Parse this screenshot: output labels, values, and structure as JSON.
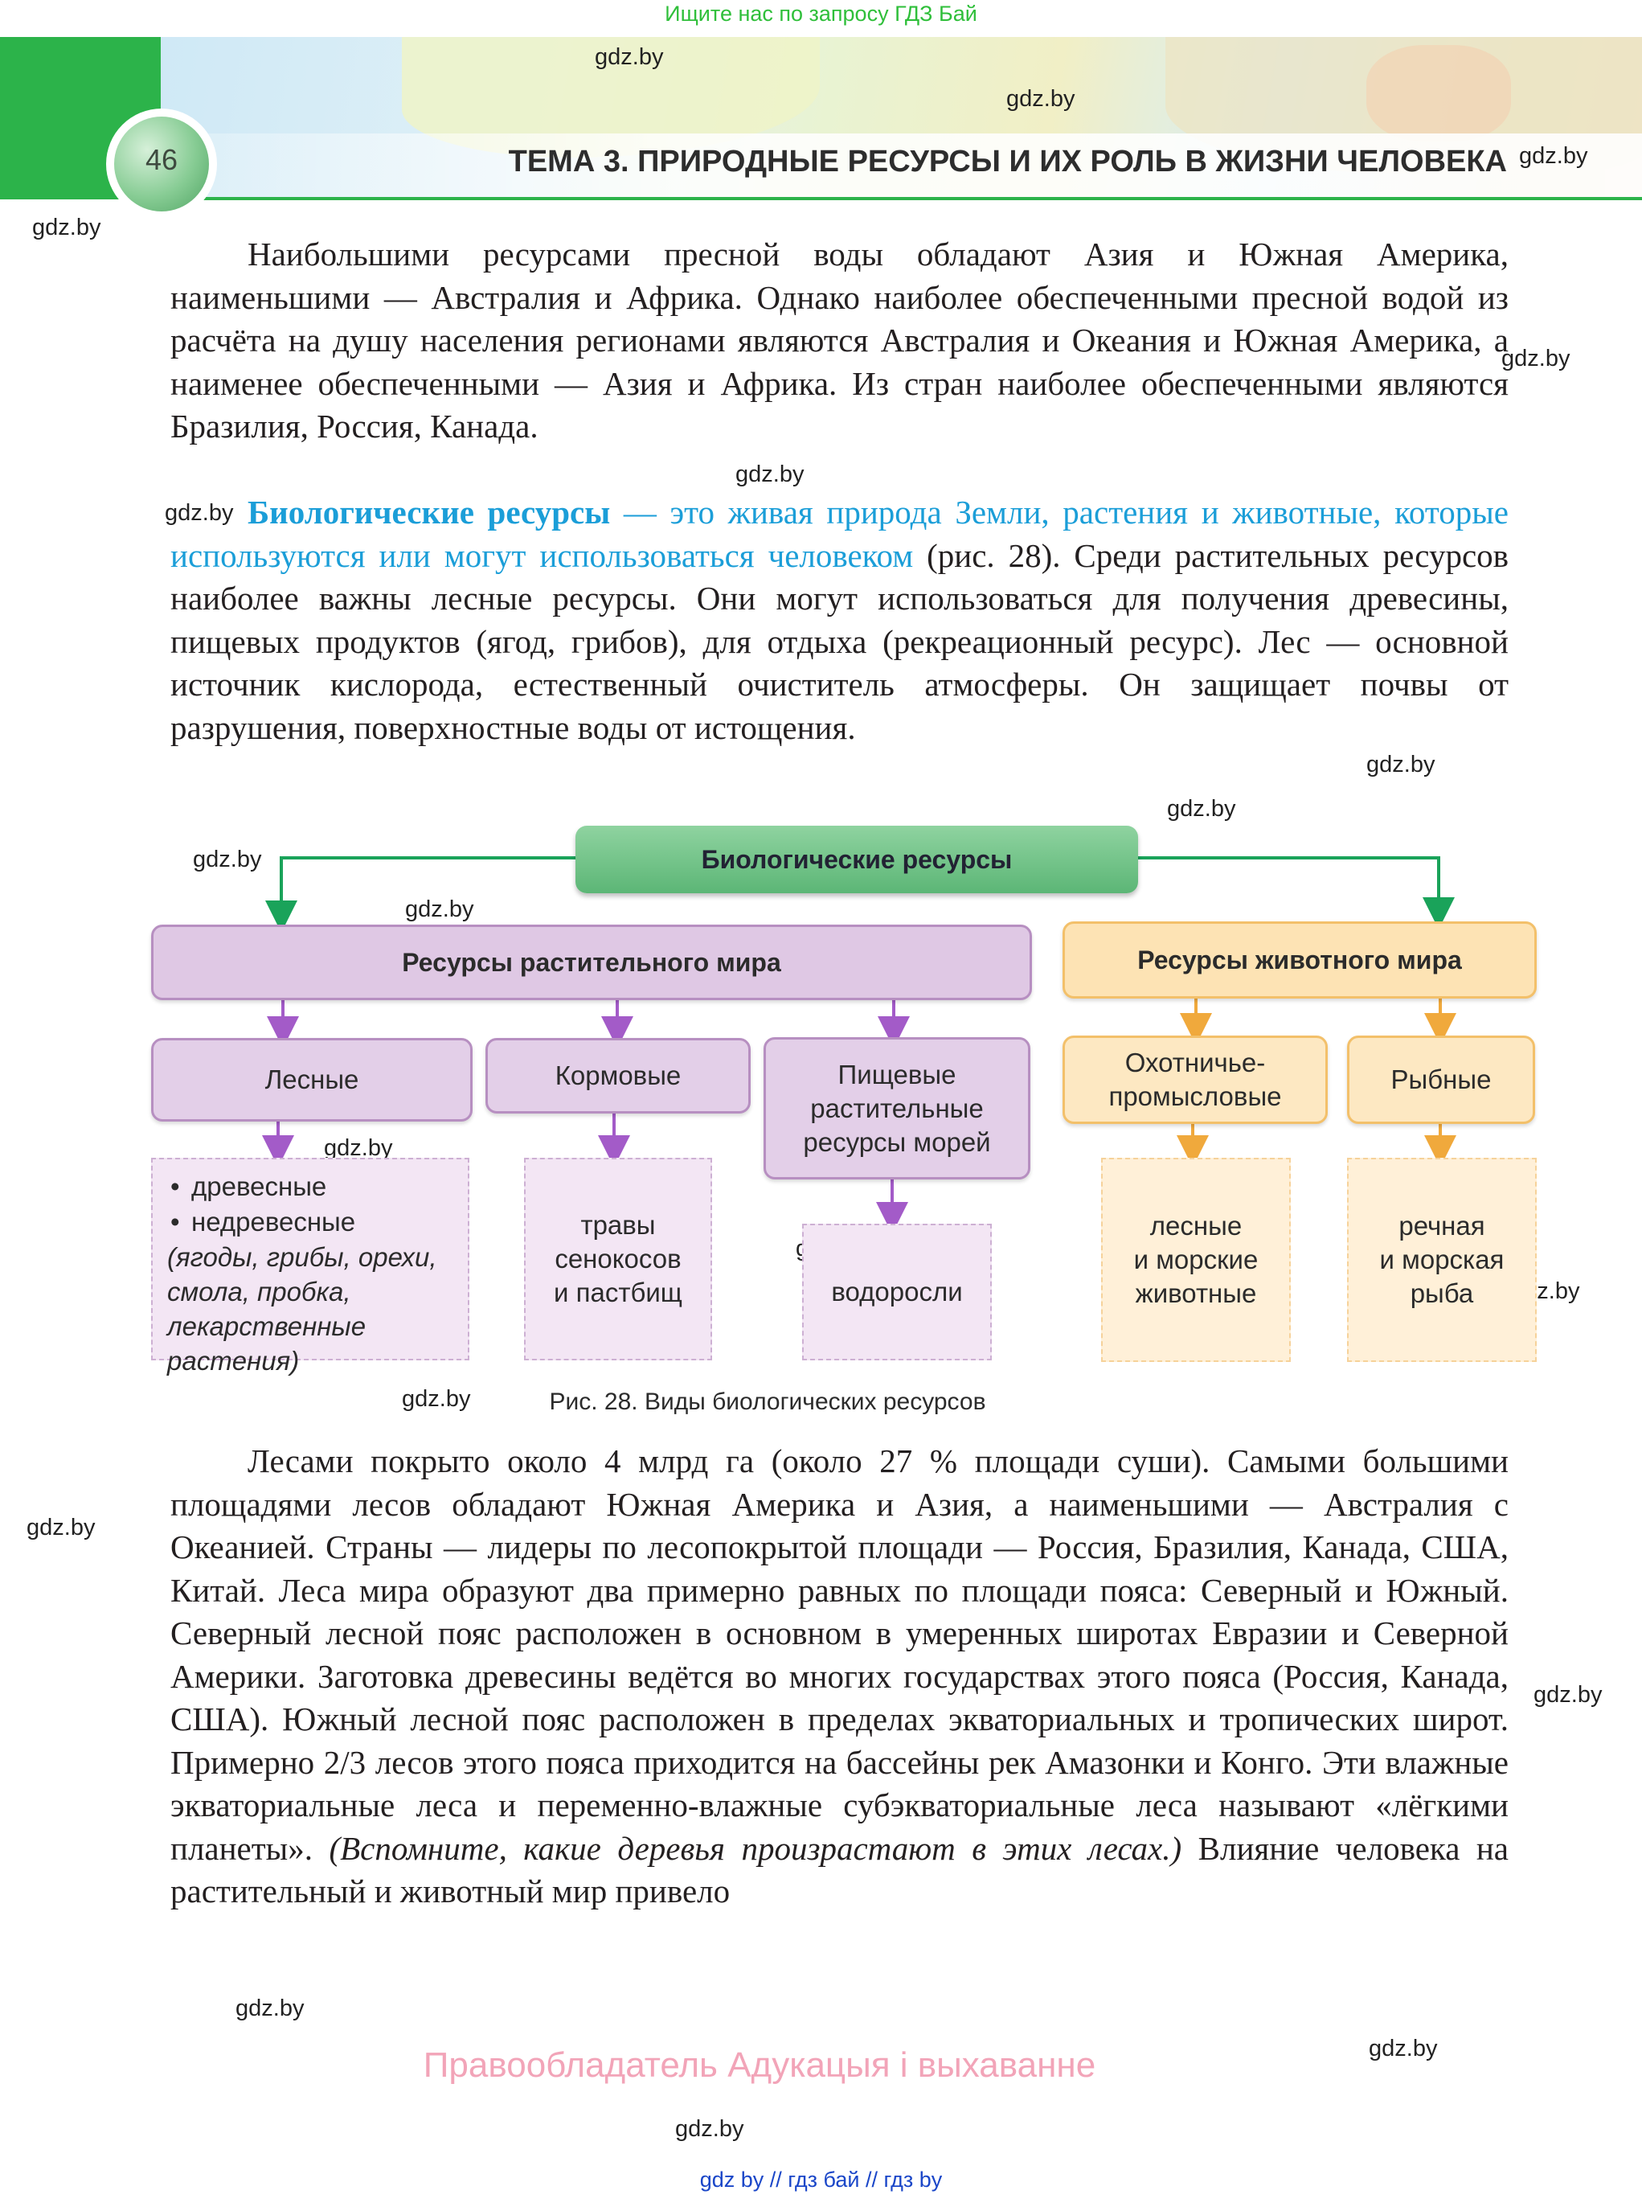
{
  "top_link": "Ищите нас по запросу ГДЗ Бай",
  "header": {
    "page_number": "46",
    "chapter_title": "ТЕМА 3. ПРИРОДНЫЕ РЕСУРСЫ И ИХ РОЛЬ В ЖИЗНИ ЧЕЛОВЕКА"
  },
  "watermark": "gdz.by",
  "paragraphs": {
    "p1": "Наибольшими ресурсами пресной воды обладают Азия и Южная Америка, наименьшими — Австралия и Африка. Однако наиболее обеспеченными пресной водой из расчёта на душу населения регионами являются Австралия и Океания и Южная Америка, а наименее обеспеченными — Азия и Африка. Из стран наиболее обеспеченными являются Бразилия, Россия, Канада.",
    "p2_term": "Биологические ресурсы",
    "p2_definition": " — это живая природа Земли, растения и животные, которые используются или могут использоваться человеком",
    "p2_rest": " (рис. 28). Среди растительных ресурсов наиболее важны лесные ресурсы. Они могут использоваться для получения древесины, пищевых продуктов (ягод, грибов), для отдыха (рекреационный ресурс). Лес — основной источник кислорода, естественный очиститель атмосферы. Он защищает почвы от разрушения, поверхностные воды от истощения.",
    "p3_main": "Лесами покрыто около 4 млрд га (около 27 % площади суши). Самыми большими площадями лесов обладают Южная Америка и Азия, а наименьшими — Австралия с Океанией. Страны — лидеры по лесопокрытой площади — Россия, Бразилия, Канада, США, Китай. Леса мира образуют два примерно равных по площади пояса: Северный и Южный. Северный лесной пояс расположен в основном в умеренных широтах Евразии и Северной Америки. Заготовка древесины ведётся во многих государствах этого пояса (Россия, Канада, США). Южный лесной пояс расположен в пределах экваториальных и тропических широт. Примерно 2/3 лесов этого пояса приходится на бассейны рек Амазонки и Конго. Эти влажные экваториальные леса и переменно-влажные субэкваториальные леса называют «лёгкими планеты». ",
    "p3_italic": "(Вспомните, какие деревья произрастают в этих лесах.)",
    "p3_end": " Влияние человека на растительный и животный мир привело"
  },
  "diagram": {
    "root": "Биологические ресурсы",
    "plant": {
      "title": "Ресурсы растительного мира",
      "forest": "Лесные",
      "fodder": "Кормовые",
      "sea_food_1": "Пищевые",
      "sea_food_2": "растительные",
      "sea_food_3": "ресурсы морей",
      "forest_leaf_1": "древесные",
      "forest_leaf_2": "недревесные",
      "forest_leaf_note": "(ягоды, грибы, орехи, смола, пробка, лекарственные растения)",
      "fodder_leaf_1": "травы",
      "fodder_leaf_2": "сенокосов",
      "fodder_leaf_3": "и пастбищ",
      "sea_leaf": "водоросли"
    },
    "animal": {
      "title": "Ресурсы животного мира",
      "hunting_1": "Охотничье-",
      "hunting_2": "промысловые",
      "fish": "Рыбные",
      "hunting_leaf_1": "лесные",
      "hunting_leaf_2": "и морские",
      "hunting_leaf_3": "животные",
      "fish_leaf_1": "речная",
      "fish_leaf_2": "и морская",
      "fish_leaf_3": "рыба"
    },
    "caption": "Рис. 28. Виды биологических ресурсов"
  },
  "footer": {
    "owner": "Правообладатель Адукацыя і выхаванне",
    "links": "gdz by  //  гдз бай  //  гдз by"
  },
  "colors": {
    "header_green": "#2cb34a",
    "definition_blue": "#1b9ed8",
    "plant_purple": "#b78fc1",
    "animal_orange": "#f3c06a"
  }
}
